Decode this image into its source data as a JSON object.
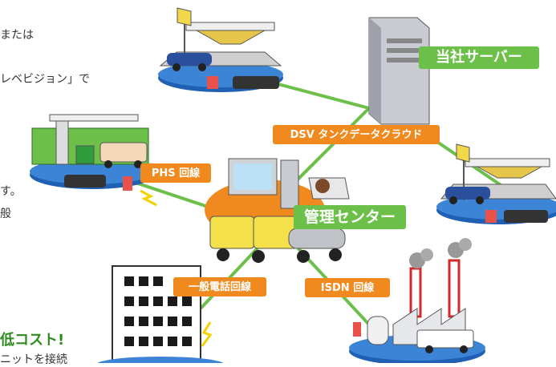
{
  "side_text": {
    "line1": "または",
    "line2": "レベビジョン」で",
    "line3": "す。",
    "line4": "般",
    "headline": "低コスト!",
    "line5": "ニットを接続"
  },
  "labels": {
    "server": "当社サーバー",
    "cloud": "DSV タンクデータクラウド",
    "phs": "PHS 回線",
    "center": "管理センター",
    "phone": "一般電話回線",
    "isdn": "ISDN 回線"
  },
  "colors": {
    "orange": "#f08a1e",
    "green": "#6cc04a",
    "blue_base": "#1f5fb4",
    "headline": "#2e8b1e"
  }
}
